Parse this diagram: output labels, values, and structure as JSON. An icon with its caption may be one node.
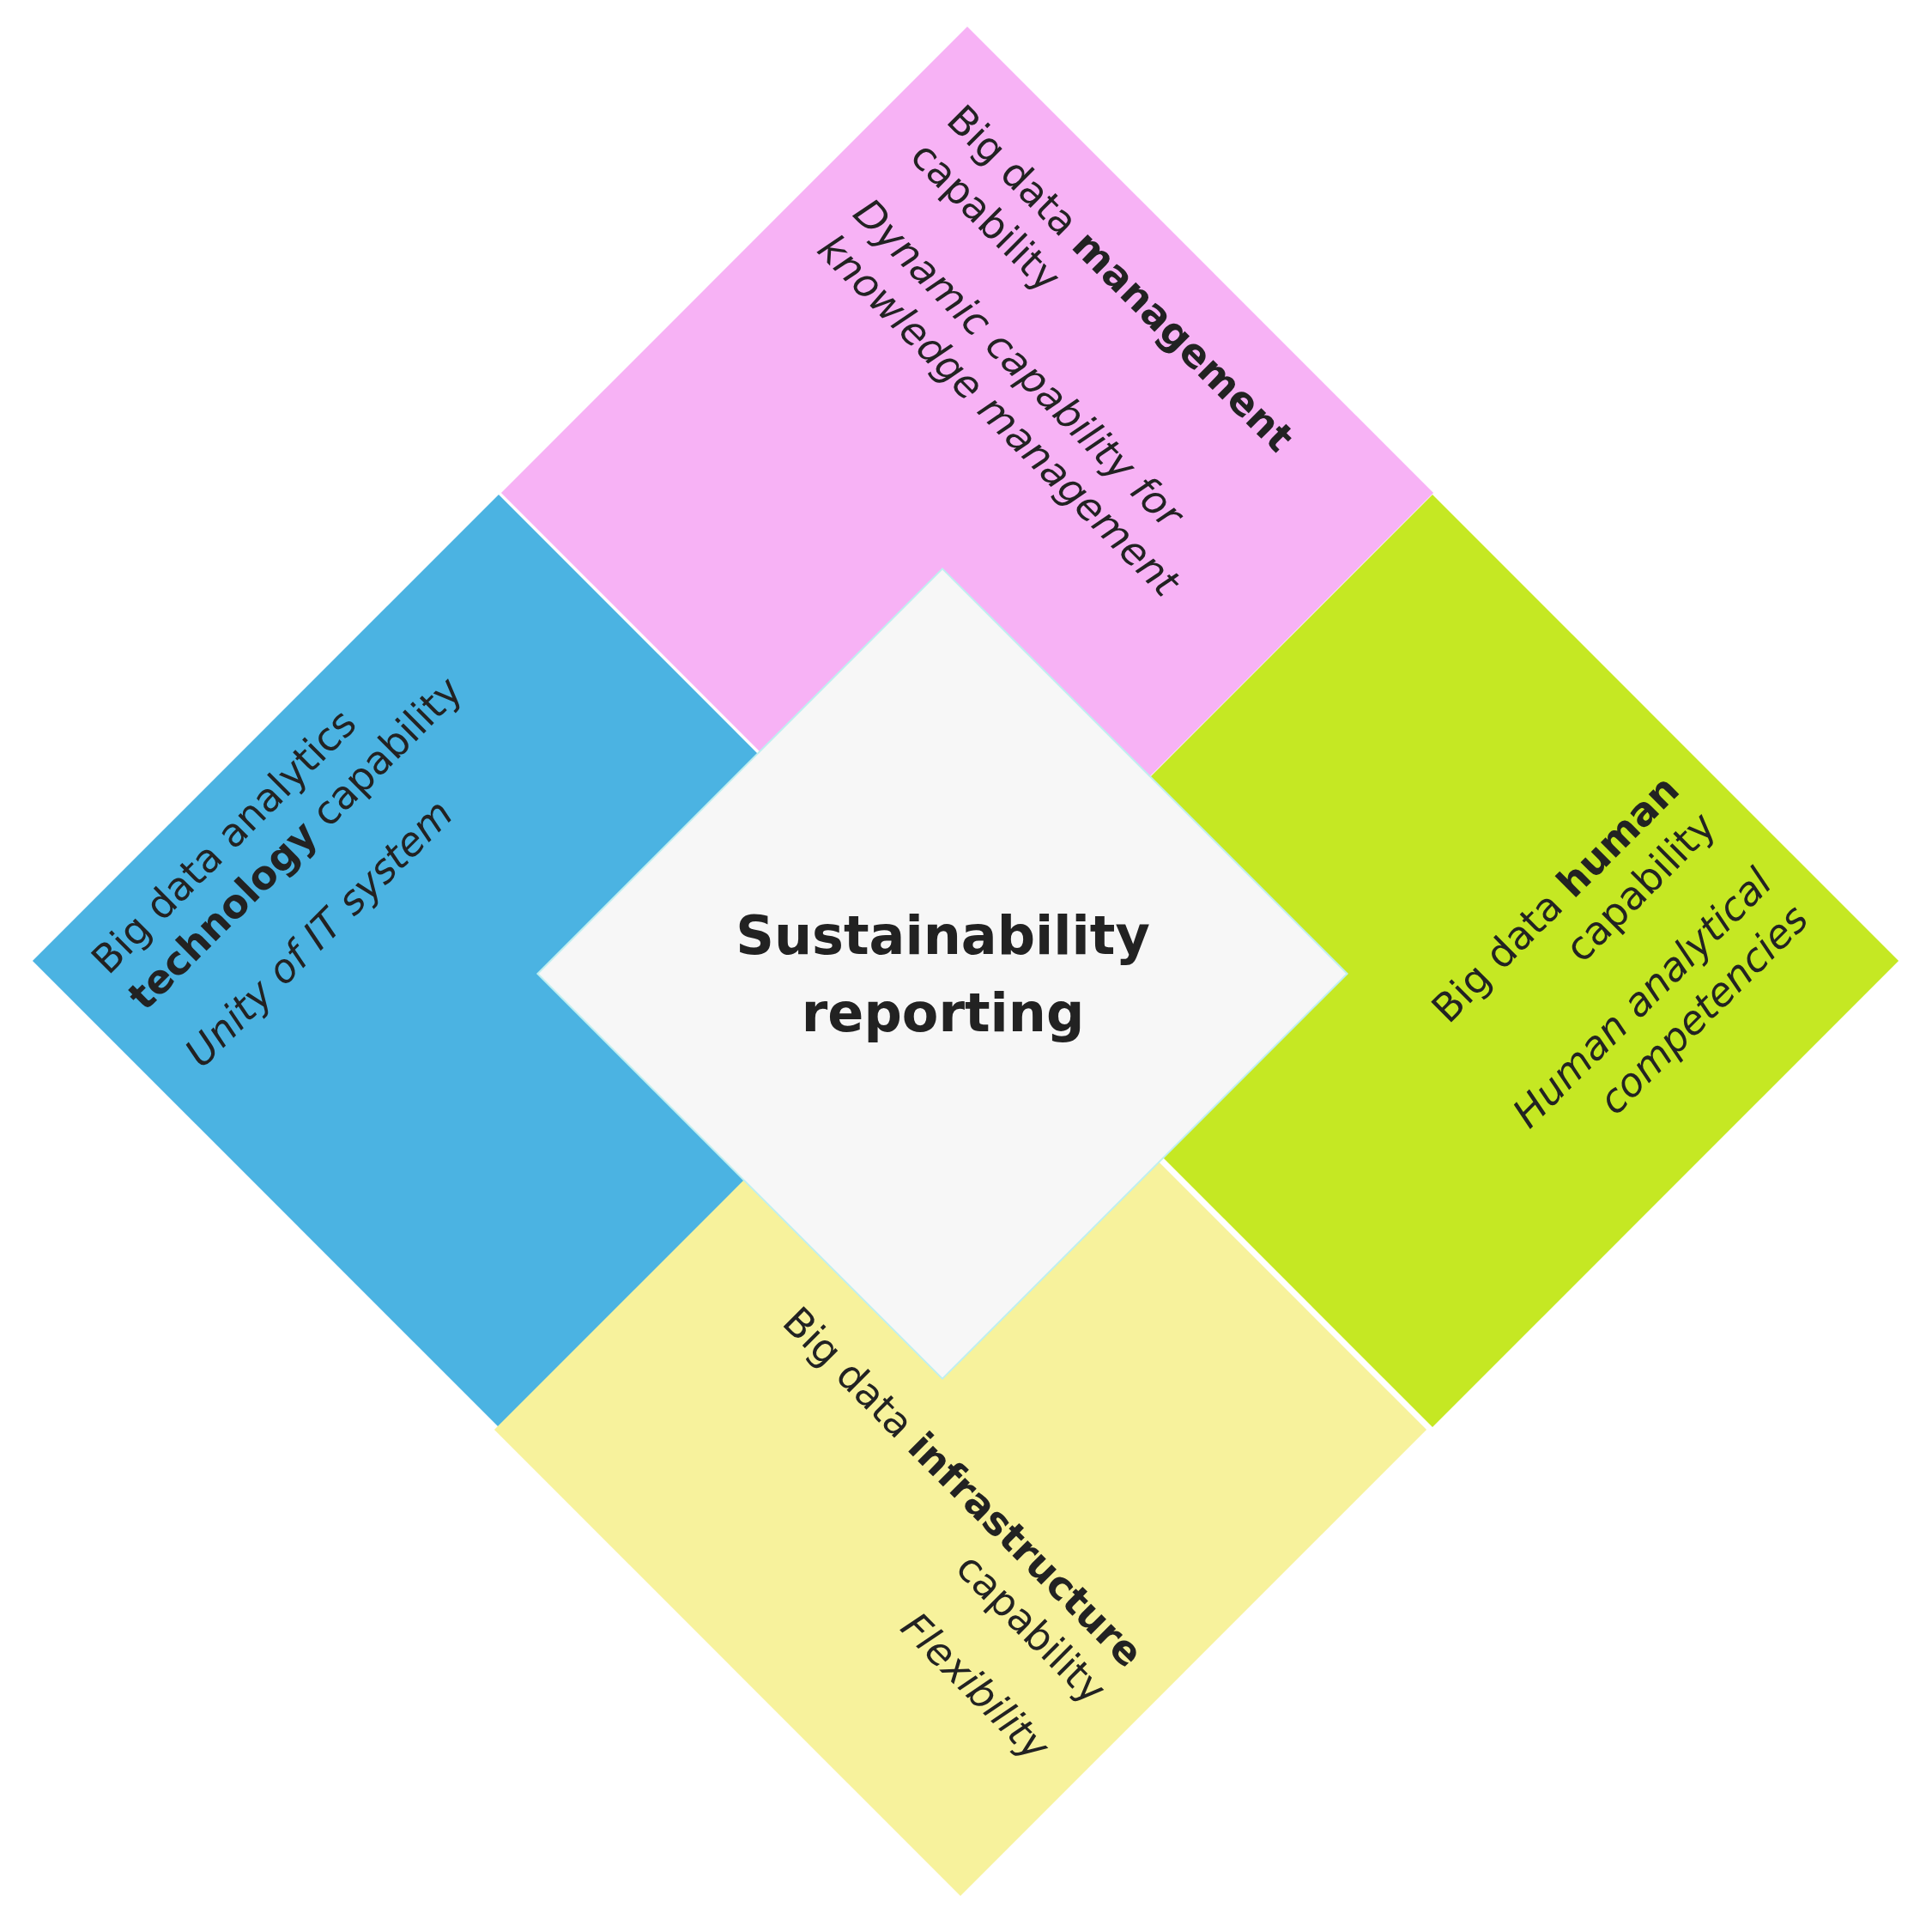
{
  "diagram": {
    "nodes": [
      {
        "text": [
          "Big data **management** capability",
          "Dynamic capability for knowledge management"
        ]
      },
      {
        "text": [
          "Big data analytics **technology** capability",
          "Unity of IT system"
        ]
      },
      {
        "text": [
          "Sustainability reporting"
        ]
      },
      {
        "text": [
          "Big data **human** capability",
          "Human analytical competencies"
        ]
      },
      {
        "text": [
          "Big data **infrastructure** capability",
          "Flexibility"
        ]
      }
    ],
    "edges": []
  }
}
